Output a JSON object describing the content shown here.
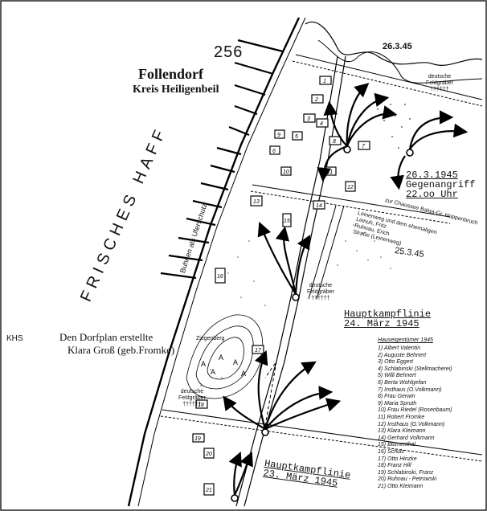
{
  "header": {
    "page_number": "256",
    "title": "Follendorf",
    "subtitle": "Kreis Heiligenbeil"
  },
  "credit": {
    "line1": "Den Dorfplan erstellte",
    "line2": "Klara Groß (geb.Fromke)"
  },
  "side_mark": "KHS",
  "water_label": "FRISCHES HAFF",
  "shore_label": "Buhnen als Uferschutz",
  "events": {
    "date_top": "26.3.45",
    "counter_date": "26.3.1945",
    "counter_label": "Gegenangriff",
    "counter_time": "22.oo Uhr",
    "date_mid": "25.3.45"
  },
  "front_lines": {
    "line_24": {
      "label": "Hauptkampflinie",
      "date": "24. März 1945"
    },
    "line_23": {
      "label": "Hauptkampflinie",
      "date": "23. März 1945"
    }
  },
  "graves": {
    "label_line1": "deutsche",
    "label_line2": "Feldgräber",
    "crosses": "††††††"
  },
  "roads": {
    "road_east": "zur Chaussee Balga-Gr. Hoppenbruch",
    "road_south_1": "Leinenweg und dem ehemaligen",
    "road_south_2": "Leinuh, Fritz",
    "road_south_3": "Ruhnau, Erich",
    "road_south_4": "Straße (Leinenweg)"
  },
  "landmarks": {
    "hill": "Ziegenberg"
  },
  "legend": {
    "title": "Hauseigentümer 1945",
    "owners": [
      "Albert Valentin",
      "Auguste Behnert",
      "Otto Eggert",
      "Schlabinski (Stellmacherei)",
      "Willi Behnert",
      "Berta Wohlgefan",
      "Insthaus (O.Volkmann)",
      "Frau Gerwin",
      "Maria Spruth",
      "Frau Riedel (Rosenbaum)",
      "Robert Fromke",
      "Insthaus (G.Volkmann)",
      "Klara Kleimann",
      "Gerhard Volkmann",
      "Blumenthal",
      "Schulz",
      "Otto Hinzke",
      "Franz Hill",
      "Schlabinski, Franz",
      "Ruhnau - Petrowski",
      "Otto Kleimann"
    ]
  }
}
